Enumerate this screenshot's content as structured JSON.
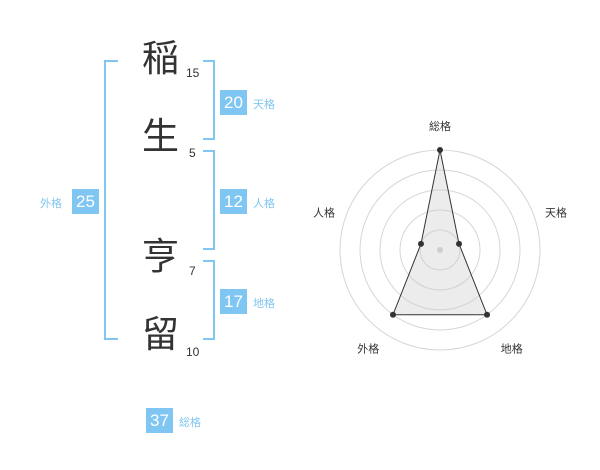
{
  "name_chars": [
    {
      "char": "稲",
      "strokes": "15"
    },
    {
      "char": "生",
      "strokes": "5"
    },
    {
      "char": "亨",
      "strokes": "7"
    },
    {
      "char": "留",
      "strokes": "10"
    }
  ],
  "fortunes": {
    "tenkaku": {
      "label": "天格",
      "value": "20"
    },
    "jinkaku": {
      "label": "人格",
      "value": "12"
    },
    "chikaku": {
      "label": "地格",
      "value": "17"
    },
    "gaikaku": {
      "label": "外格",
      "value": "25"
    },
    "soukaku": {
      "label": "総格",
      "value": "37"
    }
  },
  "colors": {
    "accent": "#7fc6f2",
    "text": "#333333",
    "grid": "#cccccc"
  },
  "chart_data": {
    "type": "radar",
    "axes": [
      "総格",
      "天格",
      "地格",
      "外格",
      "人格"
    ],
    "values": [
      5,
      1,
      4,
      4,
      1
    ],
    "max": 5,
    "rings": 5
  }
}
